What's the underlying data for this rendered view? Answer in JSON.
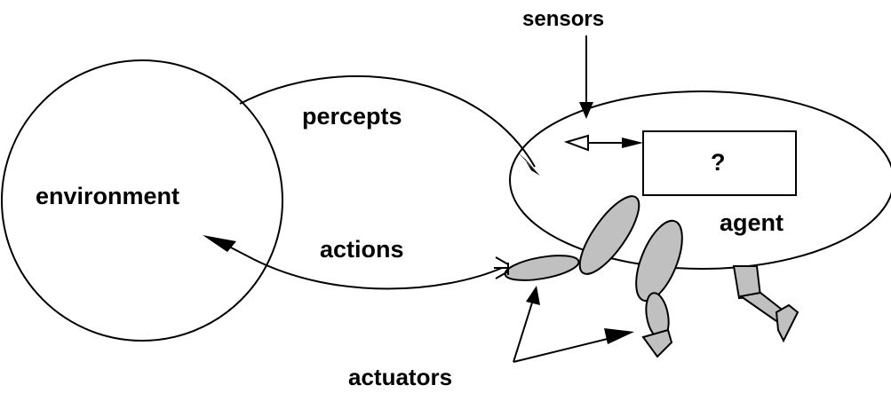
{
  "labels": {
    "sensors": "sensors",
    "percepts": "percepts",
    "environment": "environment",
    "actions": "actions",
    "agent": "agent",
    "unknown": "?",
    "actuators": "actuators"
  },
  "colors": {
    "stroke": "#000000",
    "limb_fill": "#c0c0c0",
    "background": "#ffffff"
  }
}
